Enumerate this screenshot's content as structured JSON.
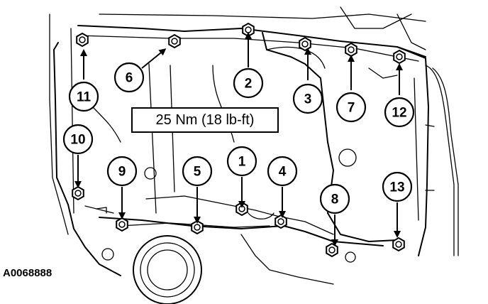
{
  "torque_spec": "25 Nm (18 lb-ft)",
  "figure_ref": "A0068888",
  "callouts": [
    {
      "number": "1",
      "icon": "arrow-down-icon"
    },
    {
      "number": "2",
      "icon": "arrow-up-icon"
    },
    {
      "number": "3",
      "icon": "arrow-up-icon"
    },
    {
      "number": "4",
      "icon": "arrow-down-icon"
    },
    {
      "number": "5",
      "icon": "arrow-down-icon"
    },
    {
      "number": "6",
      "icon": "arrow-up-right-icon"
    },
    {
      "number": "7",
      "icon": "arrow-up-icon"
    },
    {
      "number": "8",
      "icon": "arrow-down-icon"
    },
    {
      "number": "9",
      "icon": "arrow-down-icon"
    },
    {
      "number": "10",
      "icon": "arrow-down-icon"
    },
    {
      "number": "11",
      "icon": "arrow-up-icon"
    },
    {
      "number": "12",
      "icon": "arrow-up-icon"
    },
    {
      "number": "13",
      "icon": "arrow-down-icon"
    }
  ]
}
